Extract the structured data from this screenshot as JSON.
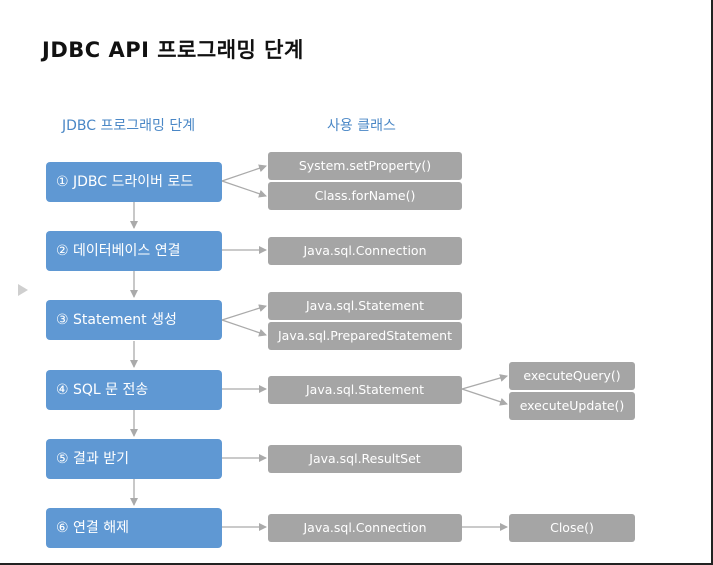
{
  "title": "JDBC API 프로그래밍 단계",
  "headers": {
    "left": "JDBC 프로그래밍 단계",
    "right": "사용 클래스"
  },
  "steps": [
    "① JDBC 드라이버 로드",
    "② 데이터베이스 연결",
    "③ Statement 생성",
    "④ SQL 문 전송",
    "⑤ 결과 받기",
    "⑥ 연결 해제"
  ],
  "classes": {
    "driver_1": "System.setProperty()",
    "driver_2": "Class.forName()",
    "connect": "Java.sql.Connection",
    "stmt_1": "Java.sql.Statement",
    "stmt_2": "Java.sql.PreparedStatement",
    "send": "Java.sql.Statement",
    "result": "Java.sql.ResultSet",
    "close": "Java.sql.Connection"
  },
  "methods": {
    "query": "executeQuery()",
    "update": "executeUpdate()",
    "close": "Close()"
  },
  "colors": {
    "step": "#5f98d3",
    "class_box": "#a5a5a5",
    "header": "#4a87c6"
  }
}
